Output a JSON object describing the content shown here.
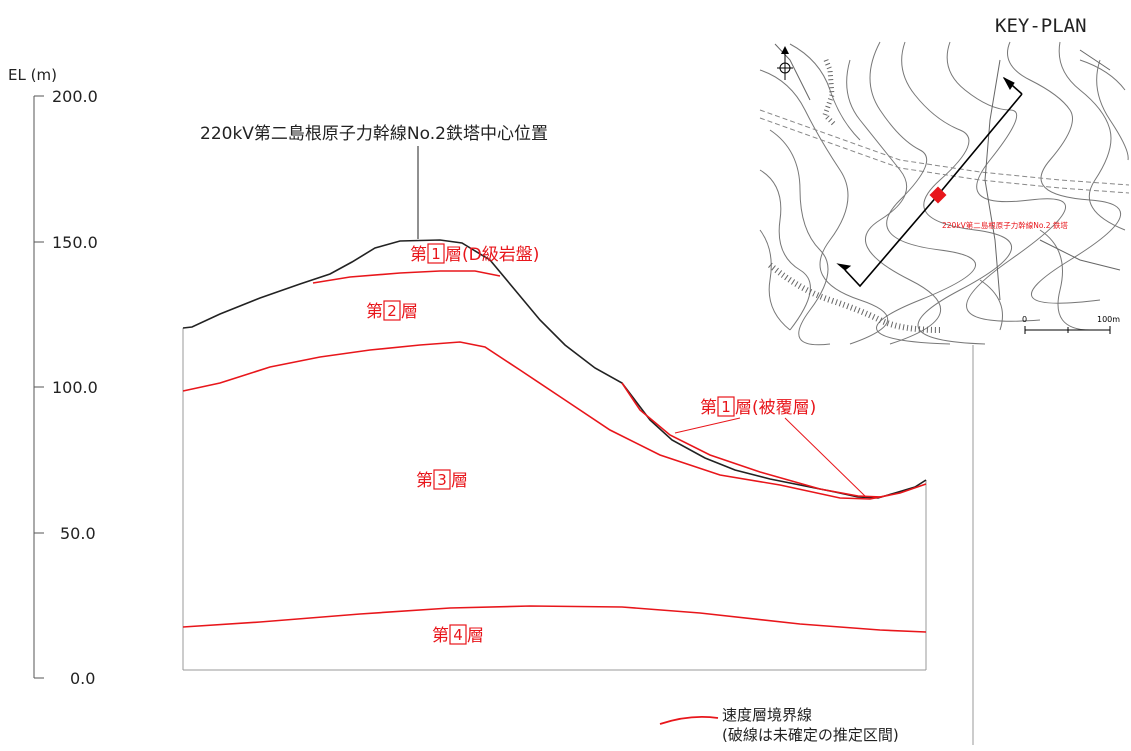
{
  "axis": {
    "title": "EL (m)",
    "ticks": [
      "200.0",
      "150.0",
      "100.0",
      "50.0",
      "0.0"
    ],
    "tick_values": [
      200,
      150,
      100,
      50,
      0
    ]
  },
  "tower_label": "220kV第二島根原子力幹線No.2鉄塔中心位置",
  "layers": {
    "layer1_rock": {
      "prefix": "第",
      "num": "1",
      "suffix": "層(D級岩盤)"
    },
    "layer2": {
      "prefix": "第",
      "num": "2",
      "suffix": "層"
    },
    "layer1_cover": {
      "prefix": "第",
      "num": "1",
      "suffix": "層(被覆層)"
    },
    "layer3": {
      "prefix": "第",
      "num": "3",
      "suffix": "層"
    },
    "layer4": {
      "prefix": "第",
      "num": "4",
      "suffix": "層"
    }
  },
  "legend": {
    "line1": "速度層境界線",
    "line2": "(破線は未確定の推定区間)"
  },
  "keyplan": {
    "title": "KEY-PLAN",
    "tower_label": "220kV第二島根原子力幹線No.2 鉄塔",
    "scale_zero": "0",
    "scale_end": "100m"
  },
  "colors": {
    "boundary": "#e8161b",
    "ground": "#222222",
    "axis": "#333333"
  }
}
